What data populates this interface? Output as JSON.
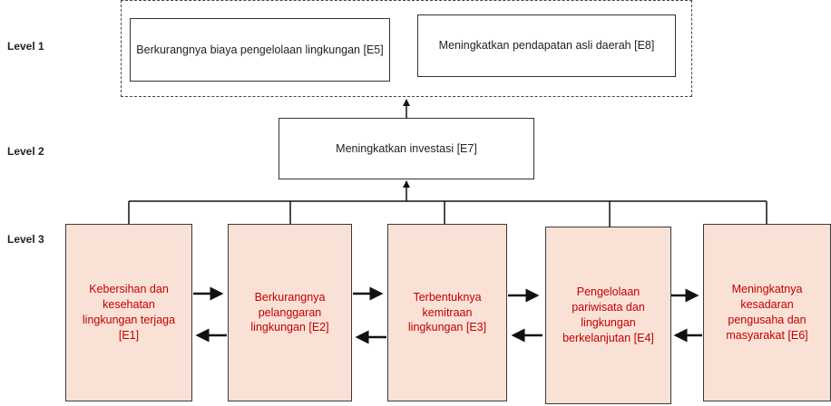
{
  "levels": [
    "Level 1",
    "Level 2",
    "Level 3"
  ],
  "level1": {
    "e5": "Berkurangnya biaya pengelolaan lingkungan [E5]",
    "e8": "Meningkatkan pendapatan asli daerah [E8]"
  },
  "level2": {
    "e7": "Meningkatkan investasi [E7]"
  },
  "level3": {
    "e1": "Kebersihan dan kesehatan lingkungan terjaga [E1]",
    "e2": "Berkurangnya pelanggaran lingkungan [E2]",
    "e3": "Terbentuknya kemitraan lingkungan [E3]",
    "e4": "Pengelolaan pariwisata dan lingkungan berkelanjutan [E4]",
    "e6": "Meningkatnya kesadaran pengusaha dan masyarakat [E6]"
  },
  "colors": {
    "level3_fill": "#fae1d6",
    "level3_text": "#c00000",
    "lines": "#111111"
  }
}
